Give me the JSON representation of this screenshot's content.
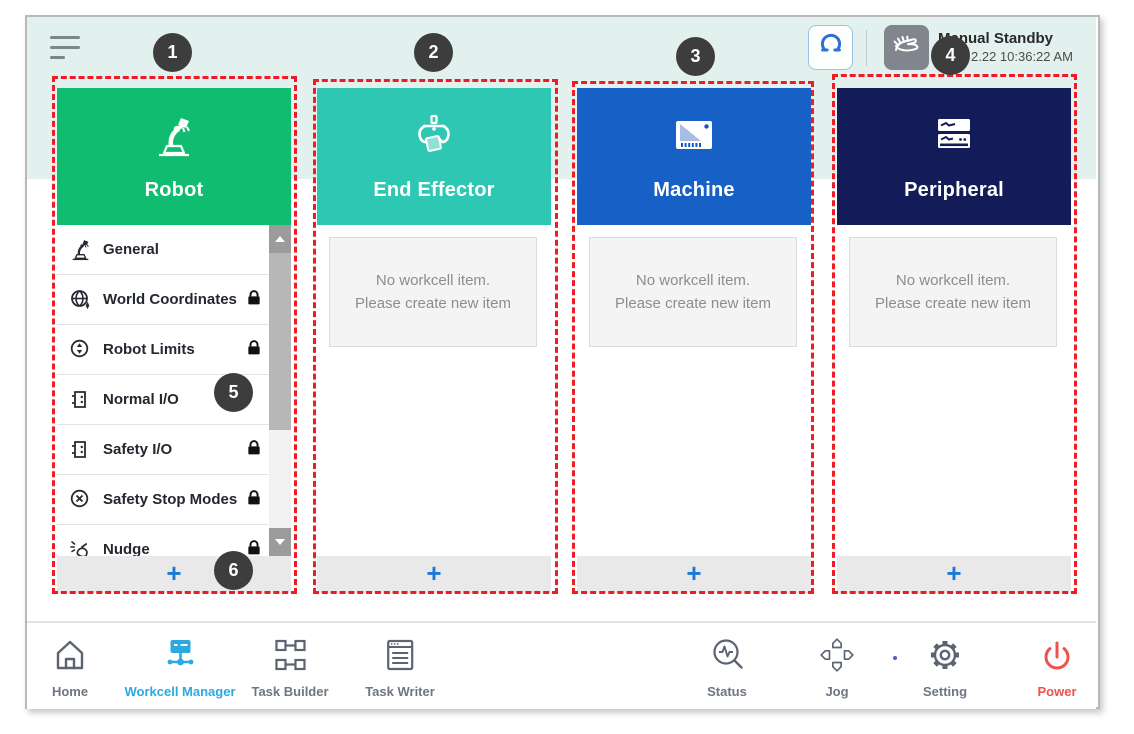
{
  "top_bar": {
    "menu_icon": "hamburger-icon",
    "gripper_button_icon": "gripper-claw-icon",
    "hand_button_icon": "manual-hand-icon",
    "mode_label": "Manual Standby",
    "timestamp": "2.22 10:36:22 AM"
  },
  "colors": {
    "robot_green": "#10bd70",
    "end_effector_teal": "#2ec7b4",
    "machine_blue": "#1660c6",
    "peripheral_navy": "#141b59",
    "annotation_red": "#ee1c25",
    "active_nav_blue": "#2ba9e0",
    "power_red": "#f0514d",
    "plus_blue": "#1b79d6",
    "top_band_mint": "#e3f1ee"
  },
  "empty_state": {
    "line1": "No workcell item.",
    "line2": "Please create new item"
  },
  "columns": [
    {
      "title": "Robot",
      "icon": "robot-arm-icon",
      "add_label": "+",
      "items": [
        {
          "label": "General",
          "icon": "robot-arm-icon",
          "locked": false
        },
        {
          "label": "World Coordinates",
          "icon": "world-coordinates-icon",
          "locked": true
        },
        {
          "label": "Robot Limits",
          "icon": "robot-limits-icon",
          "locked": true
        },
        {
          "label": "Normal I/O",
          "icon": "io-port-icon",
          "locked": false
        },
        {
          "label": "Safety I/O",
          "icon": "io-port-icon",
          "locked": true
        },
        {
          "label": "Safety Stop Modes",
          "icon": "safety-stop-icon",
          "locked": true
        },
        {
          "label": "Nudge",
          "icon": "nudge-hand-icon",
          "locked": true
        }
      ]
    },
    {
      "title": "End Effector",
      "icon": "gripper-icon",
      "add_label": "+"
    },
    {
      "title": "Machine",
      "icon": "machine-icon",
      "add_label": "+"
    },
    {
      "title": "Peripheral",
      "icon": "peripheral-icon",
      "add_label": "+"
    }
  ],
  "annotations": {
    "badges": [
      "1",
      "2",
      "3",
      "4",
      "5",
      "6"
    ]
  },
  "nav": {
    "items": [
      {
        "label": "Home",
        "icon": "home-icon"
      },
      {
        "label": "Workcell Manager",
        "icon": "workcell-manager-icon",
        "active": true
      },
      {
        "label": "Task Builder",
        "icon": "task-builder-icon"
      },
      {
        "label": "Task Writer",
        "icon": "task-writer-icon"
      },
      {
        "label": "Status",
        "icon": "status-icon"
      },
      {
        "label": "Jog",
        "icon": "jog-icon"
      },
      {
        "label": "Setting",
        "icon": "setting-gear-icon"
      },
      {
        "label": "Power",
        "icon": "power-icon"
      }
    ]
  }
}
